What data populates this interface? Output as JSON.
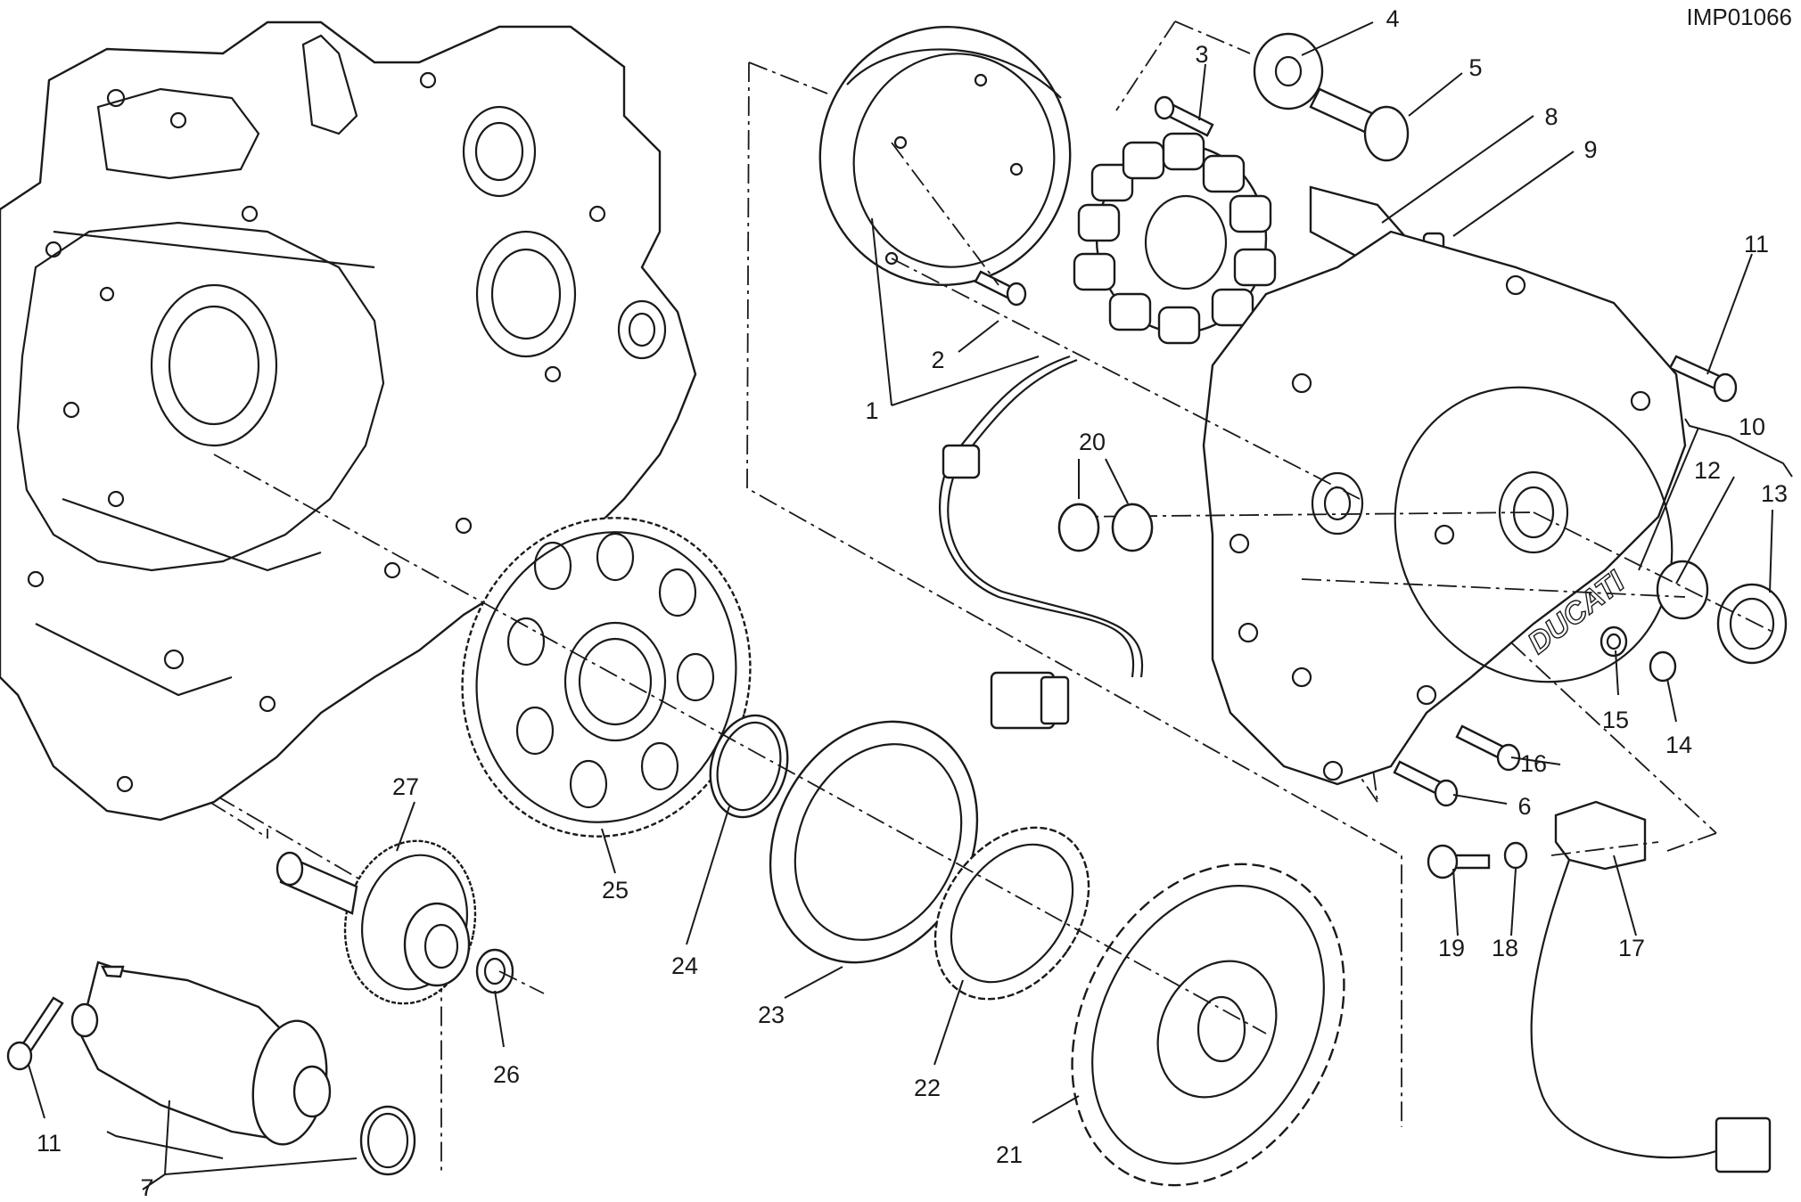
{
  "drawing_code": "IMP01066",
  "brand_mark": "DUCATI",
  "callouts": [
    {
      "id": "c1",
      "text": "1"
    },
    {
      "id": "c2",
      "text": "2"
    },
    {
      "id": "c3",
      "text": "3"
    },
    {
      "id": "c4",
      "text": "4"
    },
    {
      "id": "c5",
      "text": "5"
    },
    {
      "id": "c6",
      "text": "6"
    },
    {
      "id": "c7",
      "text": "7"
    },
    {
      "id": "c8",
      "text": "8"
    },
    {
      "id": "c9",
      "text": "9"
    },
    {
      "id": "c10",
      "text": "10"
    },
    {
      "id": "c11a",
      "text": "11"
    },
    {
      "id": "c11b",
      "text": "11"
    },
    {
      "id": "c12",
      "text": "12"
    },
    {
      "id": "c13",
      "text": "13"
    },
    {
      "id": "c14",
      "text": "14"
    },
    {
      "id": "c15",
      "text": "15"
    },
    {
      "id": "c16",
      "text": "16"
    },
    {
      "id": "c17",
      "text": "17"
    },
    {
      "id": "c18",
      "text": "18"
    },
    {
      "id": "c19",
      "text": "19"
    },
    {
      "id": "c20",
      "text": "20"
    },
    {
      "id": "c21",
      "text": "21"
    },
    {
      "id": "c22",
      "text": "22"
    },
    {
      "id": "c23",
      "text": "23"
    },
    {
      "id": "c24",
      "text": "24"
    },
    {
      "id": "c25",
      "text": "25"
    },
    {
      "id": "c26",
      "text": "26"
    },
    {
      "id": "c27",
      "text": "27"
    }
  ]
}
